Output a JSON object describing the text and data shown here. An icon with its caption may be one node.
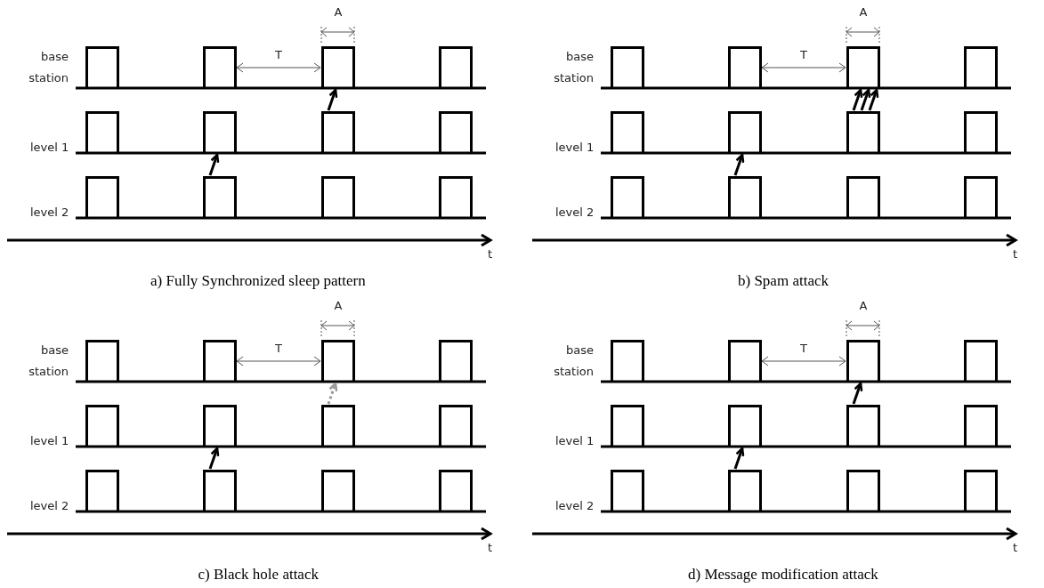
{
  "diagram": {
    "nodes": [
      {
        "text": [],
        "shape": "box"
      },
      {
        "text": [],
        "shape": "box"
      },
      {
        "text": [],
        "shape": "box"
      },
      {
        "text": [],
        "shape": "box"
      },
      {
        "text": [],
        "shape": "box"
      },
      {
        "text": [],
        "shape": "box"
      },
      {
        "text": [],
        "shape": "box"
      },
      {
        "text": [],
        "shape": "box"
      },
      {
        "text": [],
        "shape": "box"
      },
      {
        "text": [],
        "shape": "box"
      },
      {
        "text": [],
        "shape": "box"
      },
      {
        "text": [],
        "shape": "box"
      },
      {
        "text": [],
        "shape": "box"
      },
      {
        "text": [],
        "shape": "box"
      },
      {
        "text": [],
        "shape": "box"
      },
      {
        "text": [],
        "shape": "box"
      }
    ],
    "edges": [
      {
        "from": 3,
        "to": 1,
        "arrow": "to"
      },
      {
        "from": 2,
        "to": 0,
        "arrow": "to"
      },
      {
        "from": 7,
        "to": 5,
        "arrow": "to"
      },
      {
        "from": 6,
        "to": 4,
        "arrow": "to"
      },
      {
        "from": 6,
        "to": 4,
        "arrow": "to"
      },
      {
        "from": 6,
        "to": 4,
        "arrow": "to"
      },
      {
        "from": 11,
        "to": 9,
        "arrow": "to"
      },
      {
        "from": 10,
        "to": 8,
        "arrow": "to",
        "style": "dashed",
        "color": "#999999"
      },
      {
        "from": 15,
        "to": 13,
        "arrow": "to"
      },
      {
        "from": 14,
        "to": 12,
        "arrow": "to"
      }
    ],
    "labels": [
      "A",
      "base station",
      "T",
      "level 1",
      "level 2",
      "t",
      "a) Fully Synchronized sleep pattern",
      "A",
      "base station",
      "T",
      "level 1",
      "level 2",
      "t",
      "b) Spam attack",
      "A",
      "base station",
      "T",
      "level 1",
      "level 2",
      "t",
      "c) Black hole attack",
      "A",
      "base station",
      "T",
      "level 1",
      "level 2",
      "t",
      "d) Message modification attack"
    ]
  }
}
